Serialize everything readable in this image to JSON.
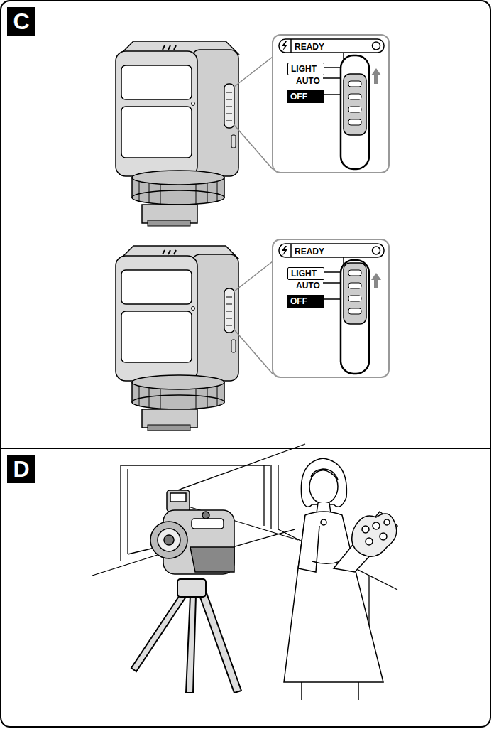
{
  "diagram": {
    "nodes": [
      {
        "text": [
          "C"
        ]
      },
      {
        "text": [
          "READY",
          "AUTO"
        ],
        "in": 0
      },
      {
        "text": [
          "LIGHT"
        ],
        "in": 1
      },
      {
        "text": [
          "OFF"
        ],
        "in": 1
      },
      {
        "text": [
          "READY",
          "AUTO"
        ],
        "in": 0
      },
      {
        "text": [
          "LIGHT"
        ],
        "in": 4
      },
      {
        "text": [
          "OFF"
        ],
        "in": 4
      },
      {
        "text": [
          "D"
        ]
      }
    ]
  }
}
